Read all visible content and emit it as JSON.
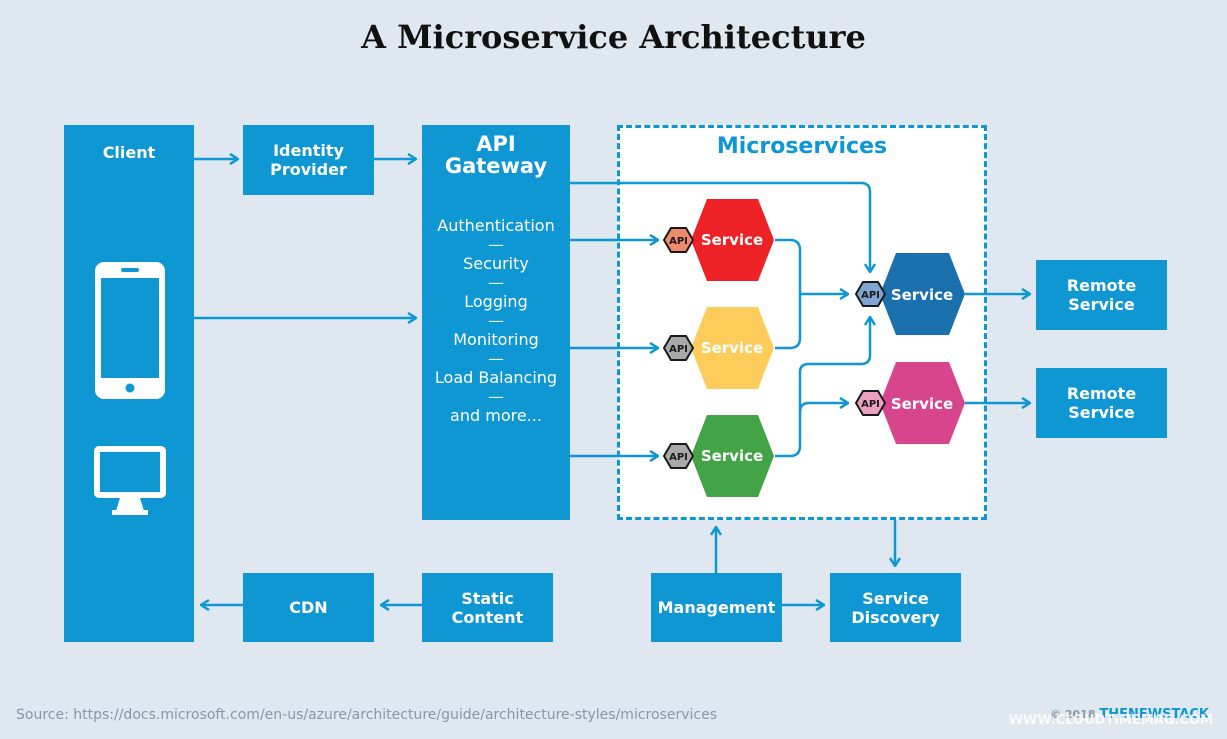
{
  "title": "A Microservice Architecture",
  "client": {
    "label": "Client",
    "devices": [
      "phone-icon",
      "monitor-icon"
    ]
  },
  "identity_provider": {
    "label": "Identity\nProvider"
  },
  "api_gateway": {
    "title": "API\nGateway",
    "features": [
      "Authentication",
      "Security",
      "Logging",
      "Monitoring",
      "Load Balancing",
      "and more..."
    ],
    "separator": "—"
  },
  "microservices": {
    "title": "Microservices",
    "api_badge": "API",
    "services": [
      {
        "label": "Service",
        "color": "#ed2126"
      },
      {
        "label": "Service",
        "color": "#fdcc5a"
      },
      {
        "label": "Service",
        "color": "#43a347"
      },
      {
        "label": "Service",
        "color": "#1a6fad"
      },
      {
        "label": "Service",
        "color": "#d7458c"
      }
    ]
  },
  "remote_services": [
    {
      "label": "Remote\nService"
    },
    {
      "label": "Remote\nService"
    }
  ],
  "cdn": {
    "label": "CDN"
  },
  "static_content": {
    "label": "Static\nContent"
  },
  "management": {
    "label": "Management"
  },
  "service_discovery": {
    "label": "Service\nDiscovery"
  },
  "footer": {
    "source": "Source: https://docs.microsoft.com/en-us/azure/architecture/guide/architecture-styles/microservices",
    "copyright": "© 2018",
    "brand": "THENEWSTACK",
    "watermark": "WWW.CLOUDTIMEMAG.COM"
  },
  "colors": {
    "primary": "#0e97d3",
    "background": "#dfe8f1",
    "api_badge_orange": "#f08a6c",
    "api_badge_gray": "#a9a9a9",
    "api_badge_blue": "#7fa6d3",
    "api_badge_pink": "#e9a0c3"
  }
}
